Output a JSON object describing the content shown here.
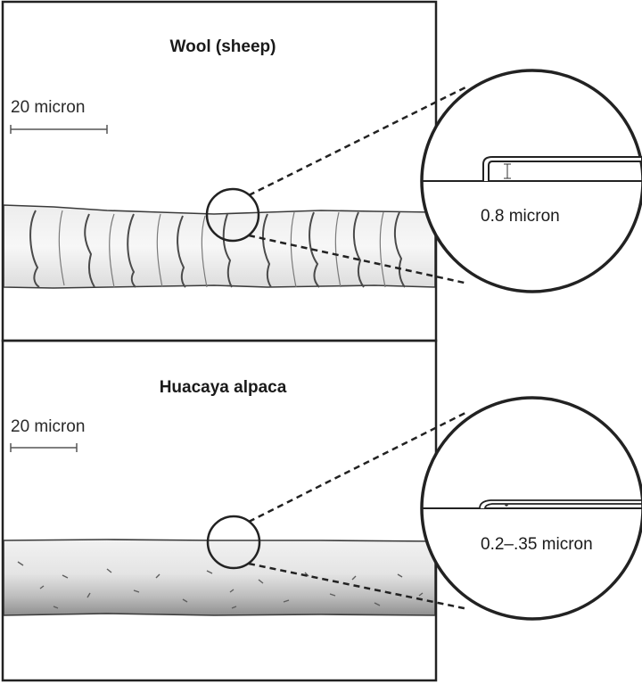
{
  "panels": [
    {
      "title": "Wool (sheep)",
      "scale_label": "20 micron",
      "scale_length_microns": 20,
      "scale_edge_height_microns": 0.8,
      "scale_edge_label": "0.8 micron"
    },
    {
      "title": "Huacaya alpaca",
      "scale_label": "20 micron",
      "scale_length_microns": 20,
      "scale_edge_height_microns": "0.2–0.35",
      "scale_edge_label": "0.2–.35 micron"
    }
  ]
}
